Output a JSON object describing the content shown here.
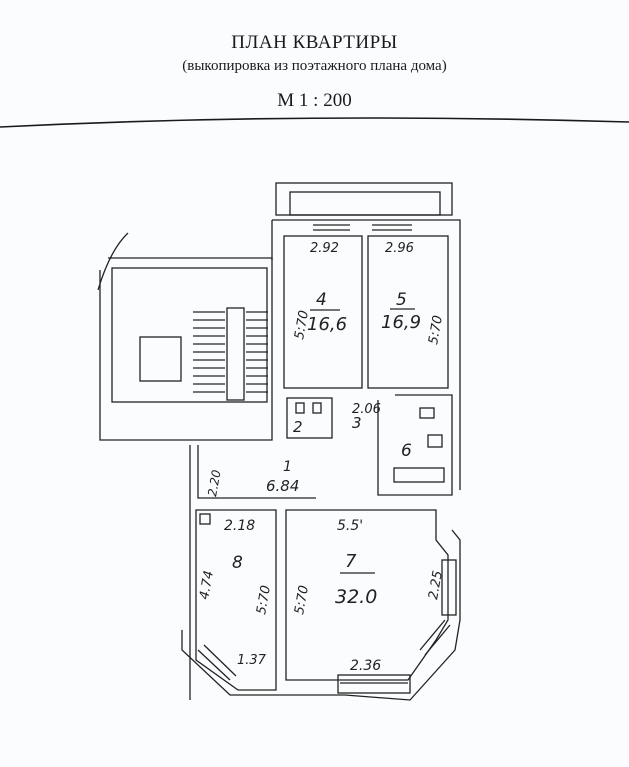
{
  "header": {
    "title": "ПЛАН КВАРТИРЫ",
    "subtitle": "(выкопировка из поэтажного плана дома)",
    "scale": "М 1 : 200"
  },
  "rooms": [
    {
      "number": "1",
      "area": "6.84",
      "dims": [
        "2.20"
      ]
    },
    {
      "number": "2",
      "area": ""
    },
    {
      "number": "3",
      "area": "",
      "dims": [
        "2.06"
      ]
    },
    {
      "number": "4",
      "area": "16,6",
      "dims": [
        "2.92",
        "5.70"
      ]
    },
    {
      "number": "5",
      "area": "16,9",
      "dims": [
        "2.96",
        "5.70"
      ]
    },
    {
      "number": "6",
      "area": ""
    },
    {
      "number": "7",
      "area": "32.0",
      "dims": [
        "5.5'",
        "5.70",
        "2.25",
        "2.36"
      ]
    },
    {
      "number": "8",
      "area": "",
      "dims": [
        "2.18",
        "4.74",
        "5.70",
        "1.37"
      ]
    }
  ],
  "labels": {
    "r4_num": "4",
    "r4_area": "16,6",
    "r4_w": "2.92",
    "r4_h": "5:70",
    "r5_num": "5",
    "r5_area": "16,9",
    "r5_w": "2.96",
    "r5_h": "5:70",
    "r2_num": "2",
    "r3_num": "3",
    "r3_w": "2.06",
    "r6_num": "6",
    "r1_num": "1",
    "r1_area": "6.84",
    "r1_h": "2.20",
    "r7_num": "7",
    "r7_area": "32.0",
    "r7_w": "5.5'",
    "r7_h": "5:70",
    "r7_side": "2.25",
    "r7_bottom": "2.36",
    "r8_num": "8",
    "r8_w": "2.18",
    "r8_h1": "4.74",
    "r8_h2": "5:70",
    "r8_bottom": "1.37"
  },
  "colors": {
    "ink": "#1a1a1a",
    "paper": "#fbfcfd"
  }
}
